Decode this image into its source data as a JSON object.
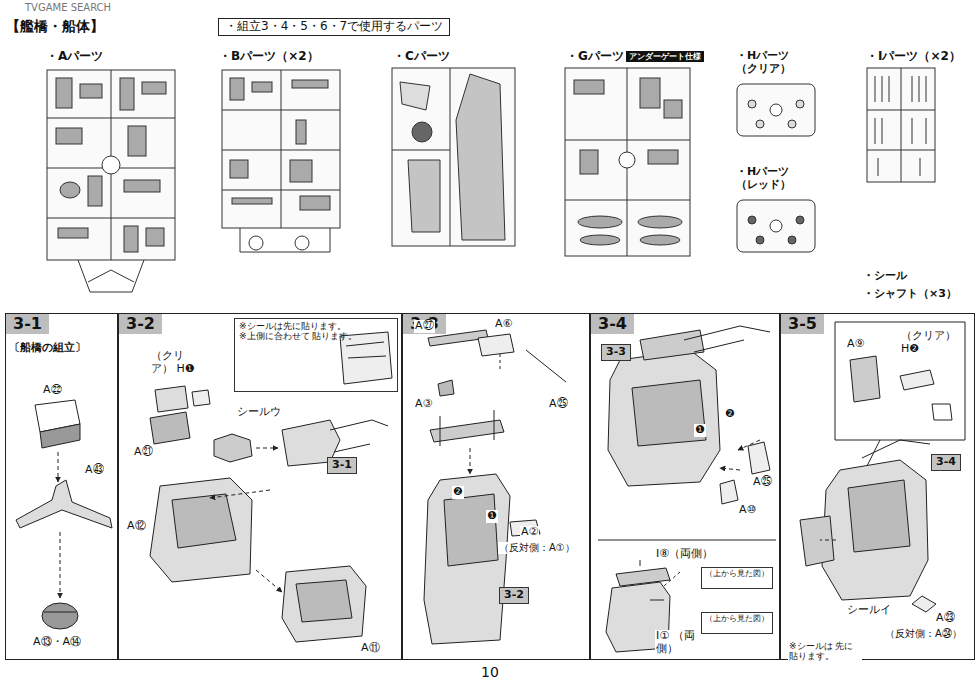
{
  "diagram": {
    "title": "【艦橋・船体】",
    "nodes": [
      {
        "text": [
          "・組立3・4・5・6・7で使用するパーツ"
        ]
      },
      {
        "text": [
          "アンダーゲート仕様"
        ]
      },
      {
        "text": [
          "3-1",
          "〔船橋の組立〕"
        ]
      },
      {
        "text": [
          "3-2"
        ]
      },
      {
        "text": [
          "※シールは先に貼ります。",
          "※上側に合わせて 貼ります。"
        ],
        "in": 3
      },
      {
        "text": [
          "3-1"
        ],
        "in": 3
      },
      {
        "text": [
          "3-3"
        ]
      },
      {
        "text": [
          "3-2"
        ],
        "in": 6
      },
      {
        "text": [
          "3-4"
        ]
      },
      {
        "text": [
          "3-3"
        ],
        "in": 8
      },
      {
        "text": [
          "（上から見た図）"
        ],
        "in": 8
      },
      {
        "text": [
          "（上から見た図）"
        ],
        "in": 8
      },
      {
        "text": [
          "3-5"
        ]
      },
      {
        "text": [
          "3-4"
        ],
        "in": 12
      }
    ],
    "labels": [
      "TVGAME SEARCH",
      "・Aパーツ",
      "・Bパーツ（×2）",
      "・Cパーツ",
      "・Gパーツ",
      "・Hパーツ （クリア）",
      "・Hパーツ （レッド）",
      "・Iパーツ（×2）",
      "・シール",
      "・シャフト（×3）",
      "A㉒",
      "A㊸",
      "A⑬・A⑭",
      "（クリア） H❶",
      "A㉑",
      "シールウ",
      "A⑫",
      "A⑪",
      "A㉗",
      "A⑥",
      "A③",
      "A㉕",
      "❷",
      "❶",
      "A②",
      "（反対側：A①）",
      "❷",
      "❶",
      "A㉕",
      "A⑩",
      "I⑧（両側）",
      "I① （両側）",
      "A⑨",
      "（クリア） H❷",
      "シールイ",
      "A㉓",
      "（反対側：A㉔）",
      "※シールは 先に貼ります。",
      "10"
    ]
  }
}
